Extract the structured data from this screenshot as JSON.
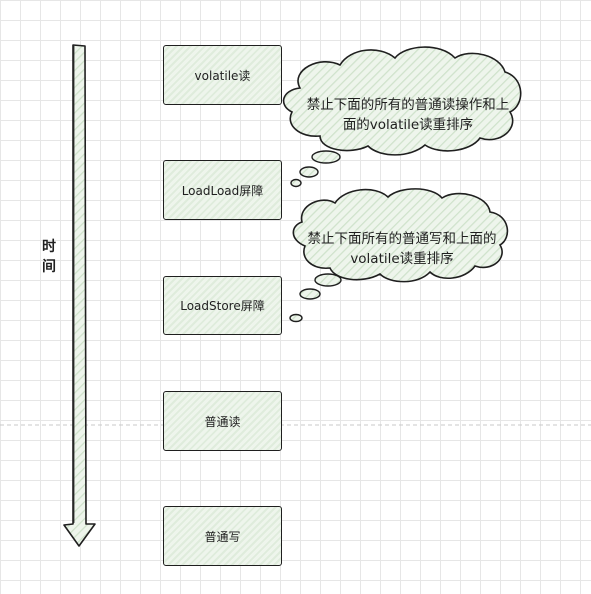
{
  "time_axis": {
    "chars": [
      "时",
      "间"
    ]
  },
  "boxes": [
    {
      "label": "volatile读"
    },
    {
      "label": "LoadLoad屏障"
    },
    {
      "label": "LoadStore屏障"
    },
    {
      "label": "普通读"
    },
    {
      "label": "普通写"
    }
  ],
  "clouds": [
    {
      "lines": [
        "禁止下面的所有的普通读操作和上",
        "面的volatile读重排序"
      ]
    },
    {
      "lines": [
        "禁止下面所有的普通写和上面的",
        "volatile读重排序"
      ]
    }
  ],
  "colors": {
    "box_fill": "#e4efe1",
    "stroke": "#1f1f1f",
    "cloud_fill": "#e4efe1"
  }
}
